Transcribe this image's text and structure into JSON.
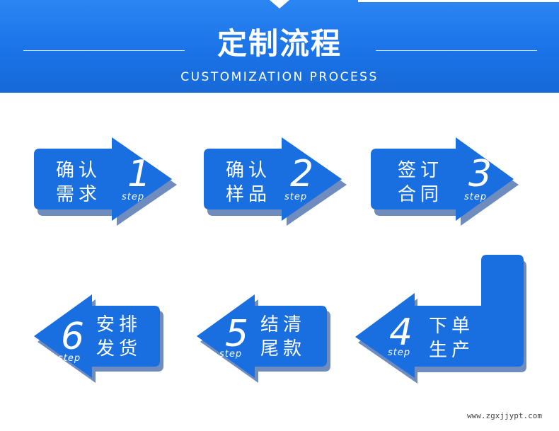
{
  "header": {
    "title": "定制流程",
    "subtitle": "CUSTOMIZATION PROCESS"
  },
  "colors": {
    "primary": "#1b73e8",
    "shape_fill": "#1a6fe0",
    "shape_shadow": "#0d3f92",
    "text": "#ffffff"
  },
  "step_word": "step",
  "steps": [
    {
      "number": "1",
      "label": "确认\n需求",
      "direction": "right"
    },
    {
      "number": "2",
      "label": "确认\n样品",
      "direction": "right"
    },
    {
      "number": "3",
      "label": "签订\n合同",
      "direction": "right"
    },
    {
      "number": "4",
      "label": "下单\n生产",
      "direction": "left-from-down"
    },
    {
      "number": "5",
      "label": "结清\n尾款",
      "direction": "left"
    },
    {
      "number": "6",
      "label": "安排\n发货",
      "direction": "left"
    }
  ],
  "footer": {
    "watermark": "www.zgxjjypt.com"
  }
}
